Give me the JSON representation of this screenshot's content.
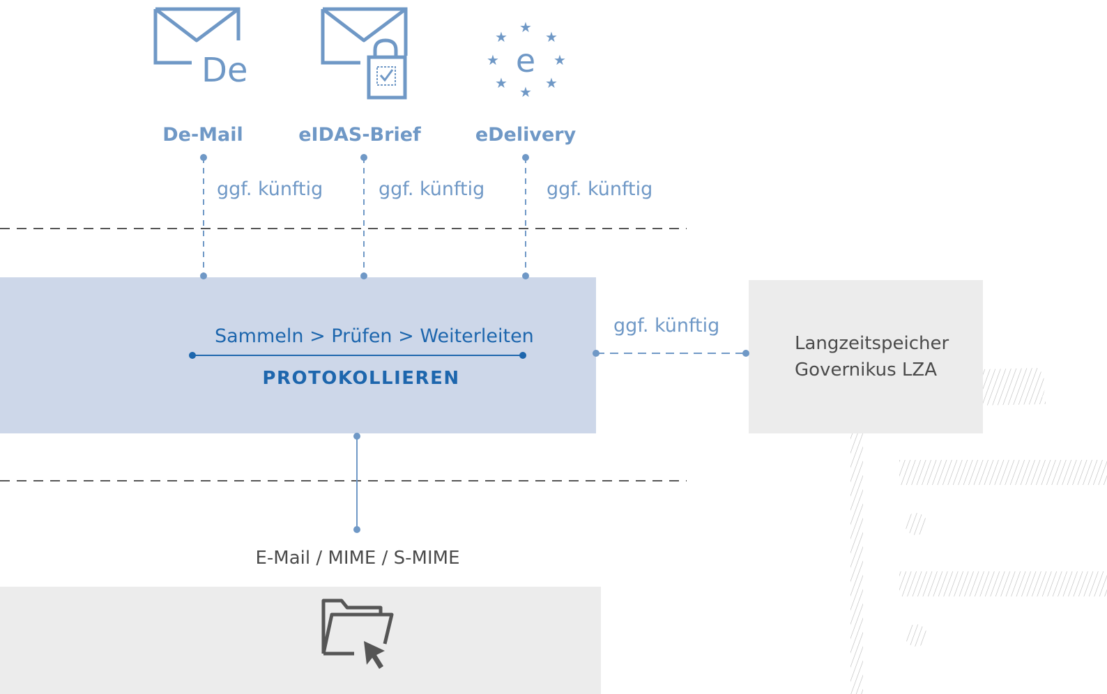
{
  "channels": [
    {
      "label": "De-Mail",
      "icon": "de-mail-envelope-icon",
      "icon_text": "De",
      "connector_label": "ggf. künftig"
    },
    {
      "label": "eIDAS-Brief",
      "icon": "envelope-lock-icon",
      "connector_label": "ggf. künftig"
    },
    {
      "label": "eDelivery",
      "icon": "eu-stars-e-icon",
      "icon_text": "e",
      "connector_label": "ggf. künftig"
    }
  ],
  "hub": {
    "steps": "Sammeln > Prüfen > Weiterleiten",
    "title": "PROTOKOLLIEREN"
  },
  "archive": {
    "connector_label": "ggf. künftig",
    "line1": "Langzeitspeicher",
    "line2": "Governikus LZA"
  },
  "client": {
    "protocol": "E-Mail / MIME / S-MIME",
    "icon": "folder-cursor-icon"
  },
  "colors": {
    "icon_blue": "#6f98c6",
    "dark_blue": "#1d66ad",
    "hub_fill": "#cdd7e9",
    "grey_box": "#ececec",
    "text_grey": "#4a4a4a",
    "dash_grey": "#555555"
  }
}
